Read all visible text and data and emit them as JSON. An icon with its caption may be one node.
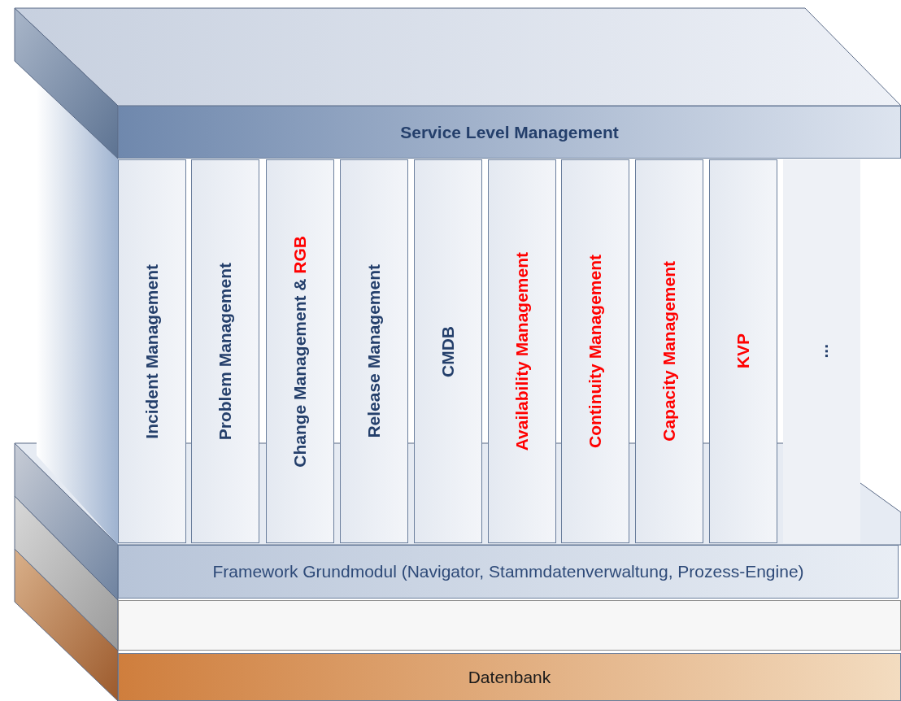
{
  "diagram": {
    "nodes": [
      {
        "text": [
          "Service Level Management"
        ]
      },
      {
        "text": [
          "Incident Management"
        ]
      },
      {
        "text": [
          "Problem Management"
        ]
      },
      {
        "text": [
          "Change Management & RGB"
        ]
      },
      {
        "text": [
          "Release Management"
        ]
      },
      {
        "text": [
          "CMDB"
        ]
      },
      {
        "text": [
          "Availability Management"
        ]
      },
      {
        "text": [
          "Continuity Management"
        ]
      },
      {
        "text": [
          "Capacity Management"
        ]
      },
      {
        "text": [
          "KVP"
        ]
      },
      {
        "text": [
          "..."
        ]
      },
      {
        "text": [
          "Framework Grundmodul (Navigator, Stammdatenverwaltung, Prozess-Engine)"
        ]
      },
      {
        "text": [],
        "shape": "bar"
      },
      {
        "text": [
          "Datenbank"
        ]
      }
    ]
  }
}
